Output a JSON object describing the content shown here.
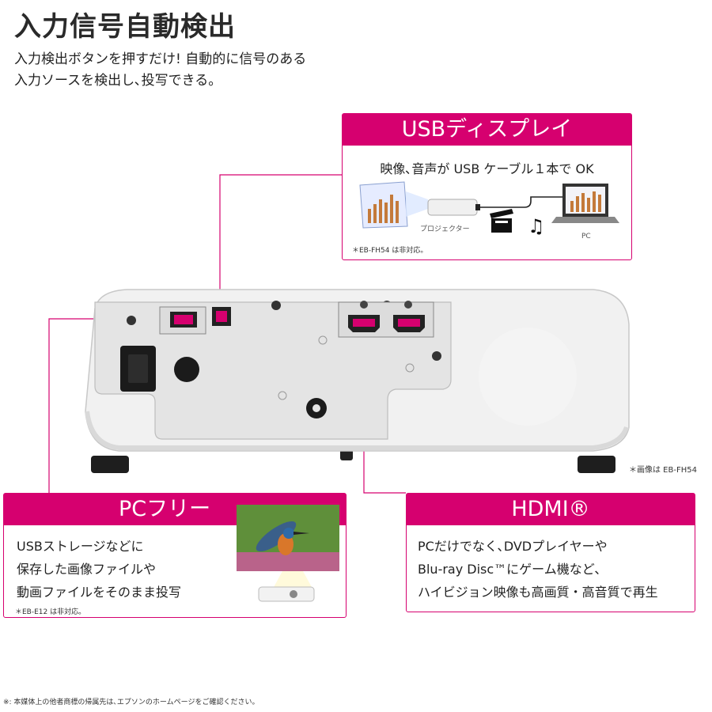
{
  "title": "入力信号自動検出",
  "intro": {
    "line1": "入力検出ボタンを押すだけ! 自動的に信号のある",
    "line2": "入力ソースを検出し､投写できる。"
  },
  "usb_display": {
    "heading": "USBディスプレイ",
    "description": "映像､音声が USB ケーブル１本で OK",
    "projector_label": "プロジェクター",
    "pc_label": "PC",
    "note": "＊EB-FH54 は非対応。"
  },
  "image_note": "＊画像は EB-FH54",
  "pc_free": {
    "heading": "PCフリー",
    "lines": [
      "USBストレージなどに",
      "保存した画像ファイルや",
      "動画ファイルをそのまま投写"
    ],
    "note": "＊EB-E12 は非対応。"
  },
  "hdmi": {
    "heading": "HDMI®",
    "lines": [
      "PCだけでなく､DVDプレイヤーや",
      "Blu-ray Disc™にゲーム機など､",
      "ハイビジョン映像も高画質・高音質で再生"
    ]
  },
  "footnote": "※: 本媒体上の他者商標の帰属先は､エプソンのホームページをご確認ください。",
  "colors": {
    "accent": "#d6006f",
    "projector_body": "#f2f2f2",
    "panel": "#e6e6e6"
  }
}
